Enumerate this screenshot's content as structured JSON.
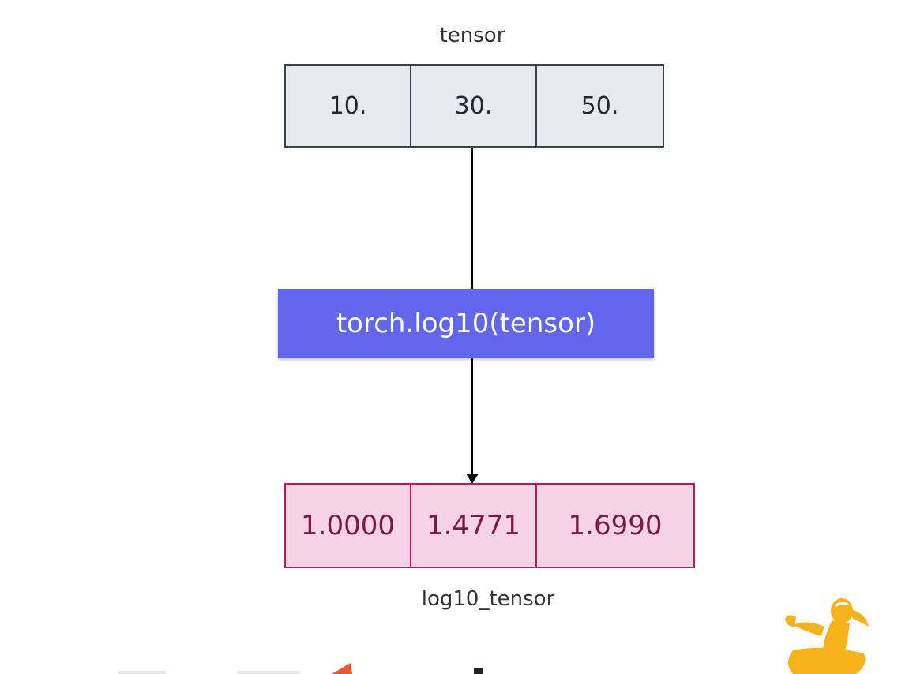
{
  "input": {
    "label": "tensor",
    "values": [
      "10.",
      "30.",
      "50."
    ]
  },
  "operation": {
    "label": "torch.log10(tensor)"
  },
  "output": {
    "label": "log10_tensor",
    "values": [
      "1.0000",
      "1.4771",
      "1.6990"
    ]
  },
  "colors": {
    "input_fill": "#e6eaef",
    "input_border": "#3a4250",
    "operation_fill": "#6366ea",
    "output_fill": "#f6d3e5",
    "output_border": "#c2185b",
    "output_text": "#7b1a45"
  },
  "icons": [
    "pytorch-logo-icon",
    "yoga-figure-icon"
  ]
}
